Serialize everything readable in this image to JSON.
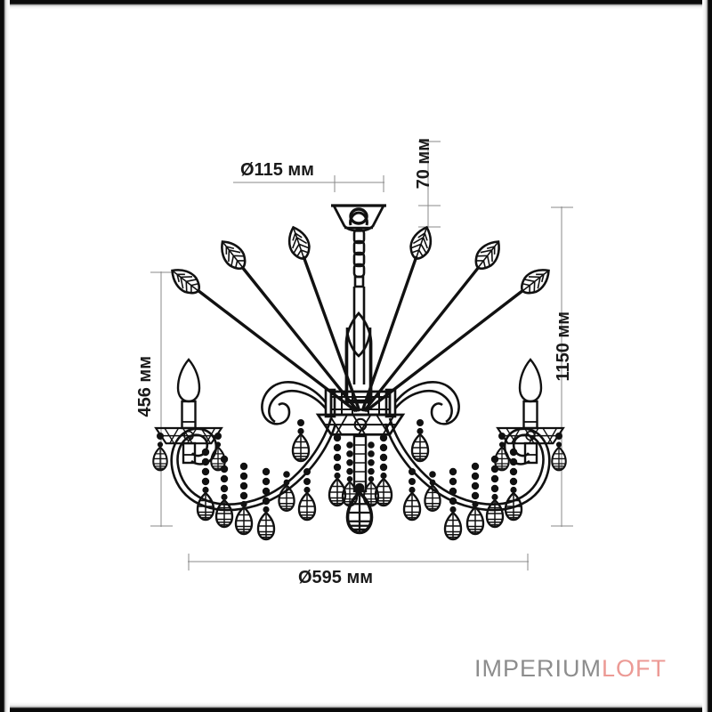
{
  "product": {
    "type": "chandelier-technical-drawing",
    "description": "Crystal chandelier dimensional line drawing",
    "arms": 3,
    "candles": 3,
    "decor_spikes": 6
  },
  "dimensions": {
    "canopy_diameter": {
      "label": "Ø115 мм",
      "value": 115,
      "unit": "мм",
      "symbol": "Ø"
    },
    "canopy_height": {
      "label": "70 мм",
      "value": 70,
      "unit": "мм"
    },
    "fixture_height": {
      "label": "456 мм",
      "value": 456,
      "unit": "мм"
    },
    "total_height": {
      "label": "1150 мм",
      "value": 1150,
      "unit": "мм"
    },
    "overall_diameter": {
      "label": "Ø595 мм",
      "value": 595,
      "unit": "мм",
      "symbol": "Ø"
    }
  },
  "watermark": {
    "primary": "IMPERIUM",
    "secondary": "LOFT",
    "primary_color": "#8d8d8d",
    "secondary_color": "#ec9a95"
  },
  "colors": {
    "background": "#ffffff",
    "line": "#111111",
    "dimension_line": "#8a8a8a",
    "frame": "#0a0a0a"
  }
}
